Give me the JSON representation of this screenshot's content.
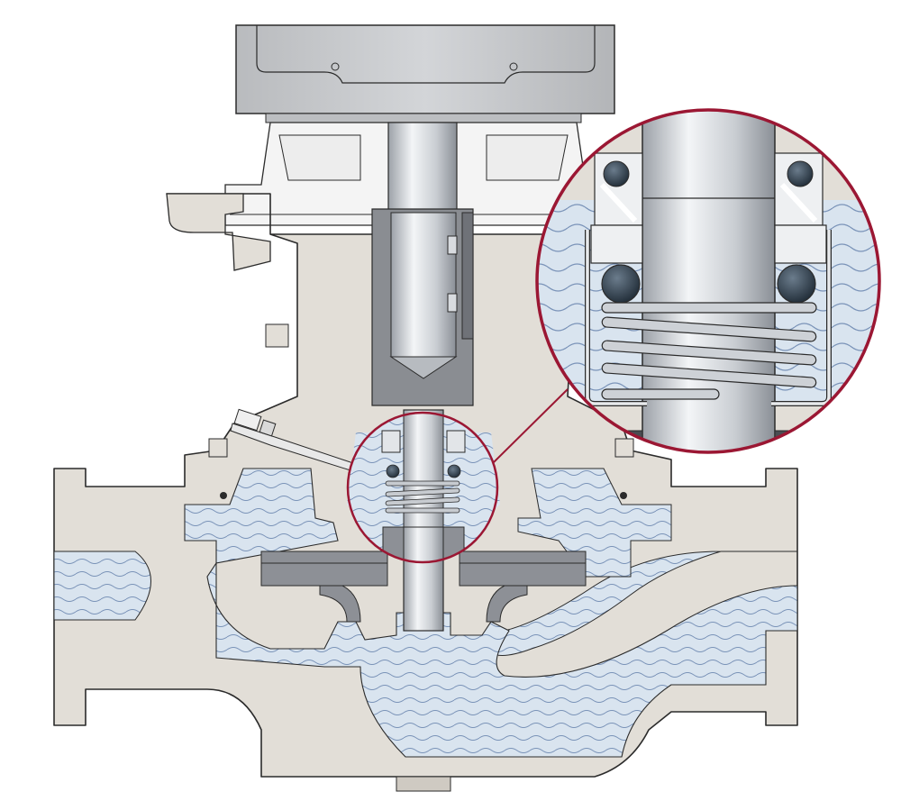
{
  "diagram": {
    "subject": "inline-centrifugal-pump-mechanical-seal-cutaway",
    "components": [
      {
        "id": "motor",
        "icon": "motor-housing-icon"
      },
      {
        "id": "motor-stool",
        "icon": "motor-stool-icon"
      },
      {
        "id": "shaft",
        "icon": "shaft-icon"
      },
      {
        "id": "coupling",
        "icon": "coupling-icon"
      },
      {
        "id": "mechanical-seal",
        "icon": "spring-seal-icon"
      },
      {
        "id": "impeller",
        "icon": "impeller-icon"
      },
      {
        "id": "pump-casing",
        "icon": "volute-casing-icon"
      },
      {
        "id": "inlet-flange",
        "icon": "flange-icon"
      },
      {
        "id": "outlet-flange",
        "icon": "flange-icon"
      },
      {
        "id": "vent-valve",
        "icon": "vent-plug-icon"
      },
      {
        "id": "pumped-liquid",
        "icon": "liquid-wave-icon"
      },
      {
        "id": "seal-detail-magnifier",
        "icon": "magnifier-circle-icon"
      }
    ],
    "colors": {
      "casing": "#e2ded7",
      "casing_stroke": "#2b2b2b",
      "liquid": "#d9e4ef",
      "liquid_wave": "#7a93b8",
      "steel_light": "#e3e6ea",
      "steel_dark": "#8a8f96",
      "motor": "#c7c9cc",
      "impeller": "#8d9096",
      "callout": "#9b1733",
      "o_ring": "#3a4a58"
    }
  }
}
